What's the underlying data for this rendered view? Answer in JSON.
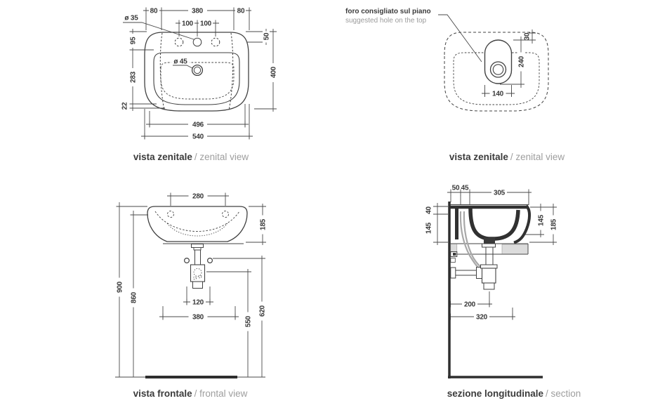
{
  "colors": {
    "line": "#414141",
    "text": "#383838",
    "text_light": "#9b9b9b",
    "gray_fill": "#dcdcdc",
    "pipe_gray": "#a8a8a8"
  },
  "note": {
    "line1": "foro consigliato sul piano",
    "line2": "suggested hole on the top"
  },
  "captions": {
    "zenital_left": {
      "bold": "vista zenitale",
      "light": "/ zenital view"
    },
    "zenital_right": {
      "bold": "vista zenitale",
      "light": "/ zenital view"
    },
    "frontal": {
      "bold": "vista frontale",
      "light": "/ frontal view"
    },
    "section": {
      "bold": "sezione longitudinale",
      "light": "/ section"
    }
  },
  "views": {
    "zenital_left": {
      "dims": {
        "w_left": "80",
        "w_center": "380",
        "w_right": "80",
        "hole_sp_l": "100",
        "hole_sp_r": "100",
        "dia_faucet": "ø 35",
        "dia_drain": "ø 45",
        "d95": "95",
        "d283": "283",
        "d22": "22",
        "d50": "50",
        "d400": "400",
        "d496": "496",
        "d540": "540"
      }
    },
    "zenital_right": {
      "dims": {
        "d30": "30",
        "d240": "240",
        "d140": "140"
      }
    },
    "frontal": {
      "dims": {
        "d280": "280",
        "d185": "185",
        "d900": "900",
        "d860": "860",
        "d120": "120",
        "d380": "380",
        "d550": "550",
        "d620": "620"
      }
    },
    "section": {
      "dims": {
        "d50": "50",
        "d45": "45",
        "d305": "305",
        "d40": "40",
        "d145_left": "145",
        "d145_right": "145",
        "d185": "185",
        "d200": "200",
        "d320": "320"
      }
    }
  }
}
